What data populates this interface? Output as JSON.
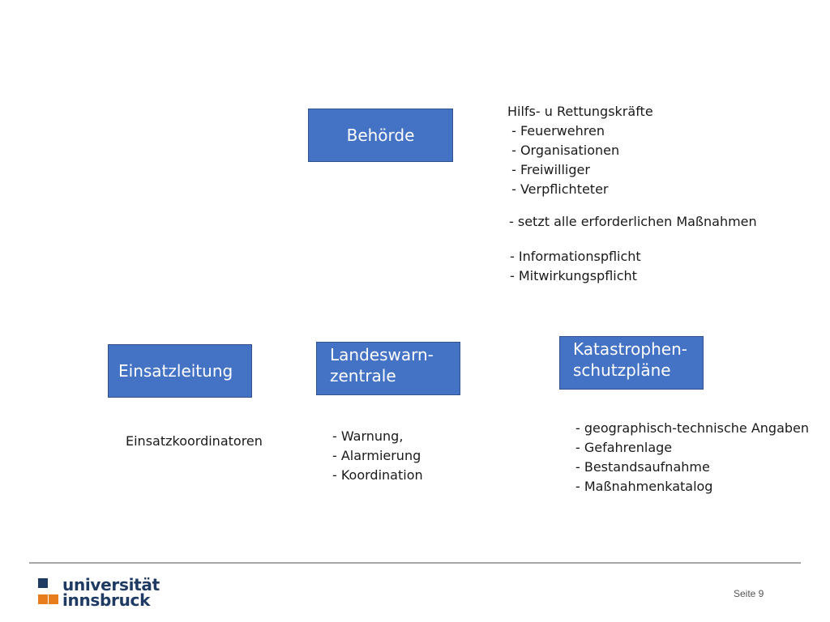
{
  "colors": {
    "box_fill": "#4472c4",
    "box_border": "#2f528f",
    "logo_navy": "#1f3a63",
    "logo_orange": "#e87d1e",
    "divider": "#a6a6a6"
  },
  "nodes": {
    "behoerde": {
      "lines": [
        "Behörde"
      ]
    },
    "einsatzleitung": {
      "lines": [
        "Einsatzleitung"
      ]
    },
    "landeswarnzentrale": {
      "lines": [
        "Landeswarn-",
        "zentrale"
      ]
    },
    "katastrophenschutzplaene": {
      "lines": [
        "Katastrophen-",
        "schutzpläne"
      ]
    }
  },
  "notes": {
    "helpers": [
      "Hilfs- u Rettungskräfte",
      " - Feuerwehren",
      " - Organisationen",
      " - Freiwilliger",
      " - Verpflichteter"
    ],
    "measures": [
      "- setzt alle erforderlichen Maßnahmen"
    ],
    "duties": [
      "- Informationspflicht",
      "- Mitwirkungspflicht"
    ],
    "coordinators": [
      "Einsatzkoordinatoren"
    ],
    "warning": [
      "- Warnung,",
      "- Alarmierung",
      "- Koordination"
    ],
    "plans": [
      "- geographisch-technische Angaben",
      "- Gefahrenlage",
      "- Bestandsaufnahme",
      "- Maßnahmenkatalog"
    ]
  },
  "footer": {
    "logo_line1": "universität",
    "logo_line2": "innsbruck",
    "page_label": "Seite 9"
  }
}
